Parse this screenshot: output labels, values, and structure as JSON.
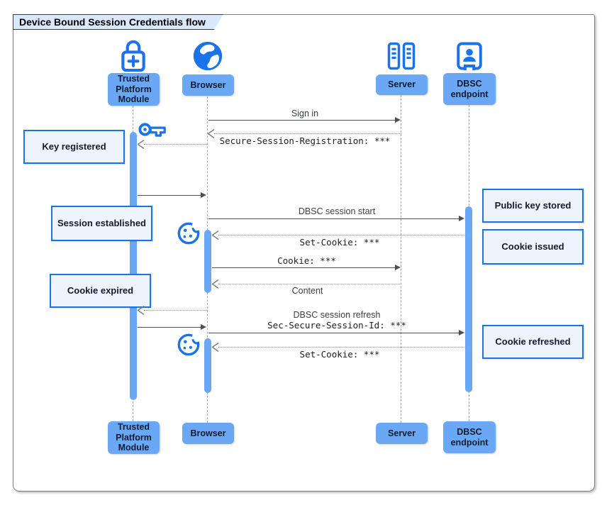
{
  "diagram": {
    "title": "Device Bound Session Credentials flow",
    "type": "sequence-diagram"
  },
  "actors": [
    {
      "label": "Trusted Platform Module",
      "icon": "lock-plus-icon"
    },
    {
      "label": "Browser",
      "icon": "globe-icon"
    },
    {
      "label": "Server",
      "icon": "server-icon"
    },
    {
      "label": "DBSC endpoint",
      "icon": "id-badge-icon"
    }
  ],
  "notes": [
    {
      "text": "Key registered",
      "side": "left"
    },
    {
      "text": "Session established",
      "side": "left"
    },
    {
      "text": "Cookie expired",
      "side": "left"
    },
    {
      "text": "Public key stored",
      "side": "right"
    },
    {
      "text": "Cookie issued",
      "side": "right"
    },
    {
      "text": "Cookie refreshed",
      "side": "right"
    }
  ],
  "messages": [
    {
      "from": "Browser",
      "to": "Server",
      "type": "solid",
      "label": "Sign in"
    },
    {
      "from": "Server",
      "to": "Browser",
      "type": "dotted",
      "label": "Secure-Session-Registration: ***"
    },
    {
      "from": "Browser",
      "to": "Trusted Platform Module",
      "type": "dotted",
      "label": ""
    },
    {
      "from": "Trusted Platform Module",
      "to": "Browser",
      "type": "solid",
      "label": ""
    },
    {
      "from": "Browser",
      "to": "DBSC endpoint",
      "type": "solid",
      "label": "DBSC session start"
    },
    {
      "from": "DBSC endpoint",
      "to": "Browser",
      "type": "dotted",
      "label": "Set-Cookie: ***"
    },
    {
      "from": "Browser",
      "to": "Server",
      "type": "solid",
      "label": "Cookie: ***"
    },
    {
      "from": "Server",
      "to": "Browser",
      "type": "dotted",
      "label": "Content"
    },
    {
      "from": "Browser",
      "to": "Trusted Platform Module",
      "type": "dotted",
      "label": ""
    },
    {
      "from": "Trusted Platform Module",
      "to": "Browser",
      "type": "solid",
      "label": ""
    },
    {
      "from": "Browser",
      "to": "DBSC endpoint",
      "type": "solid",
      "label": "DBSC session refresh",
      "label2": "Sec-Secure-Session-Id: ***"
    },
    {
      "from": "DBSC endpoint",
      "to": "Browser",
      "type": "dotted",
      "label": "Set-Cookie: ***"
    }
  ],
  "decorations": [
    {
      "icon": "key-icon",
      "meaning": "key generated in TPM"
    },
    {
      "icon": "cookie-icon",
      "meaning": "cookie stored by browser"
    },
    {
      "icon": "cookie-icon",
      "meaning": "refreshed cookie stored by browser"
    }
  ],
  "colors": {
    "accent_blue": "#1a73e8",
    "actor_fill": "#6aa8f6",
    "note_fill": "#edf4fd",
    "note_border": "#1a73e8",
    "tab_fill": "#d9e8fb",
    "solid_arrow": "#4d4f52",
    "dotted_arrow": "#8b8f94",
    "lifeline": "#a2a7ad"
  }
}
